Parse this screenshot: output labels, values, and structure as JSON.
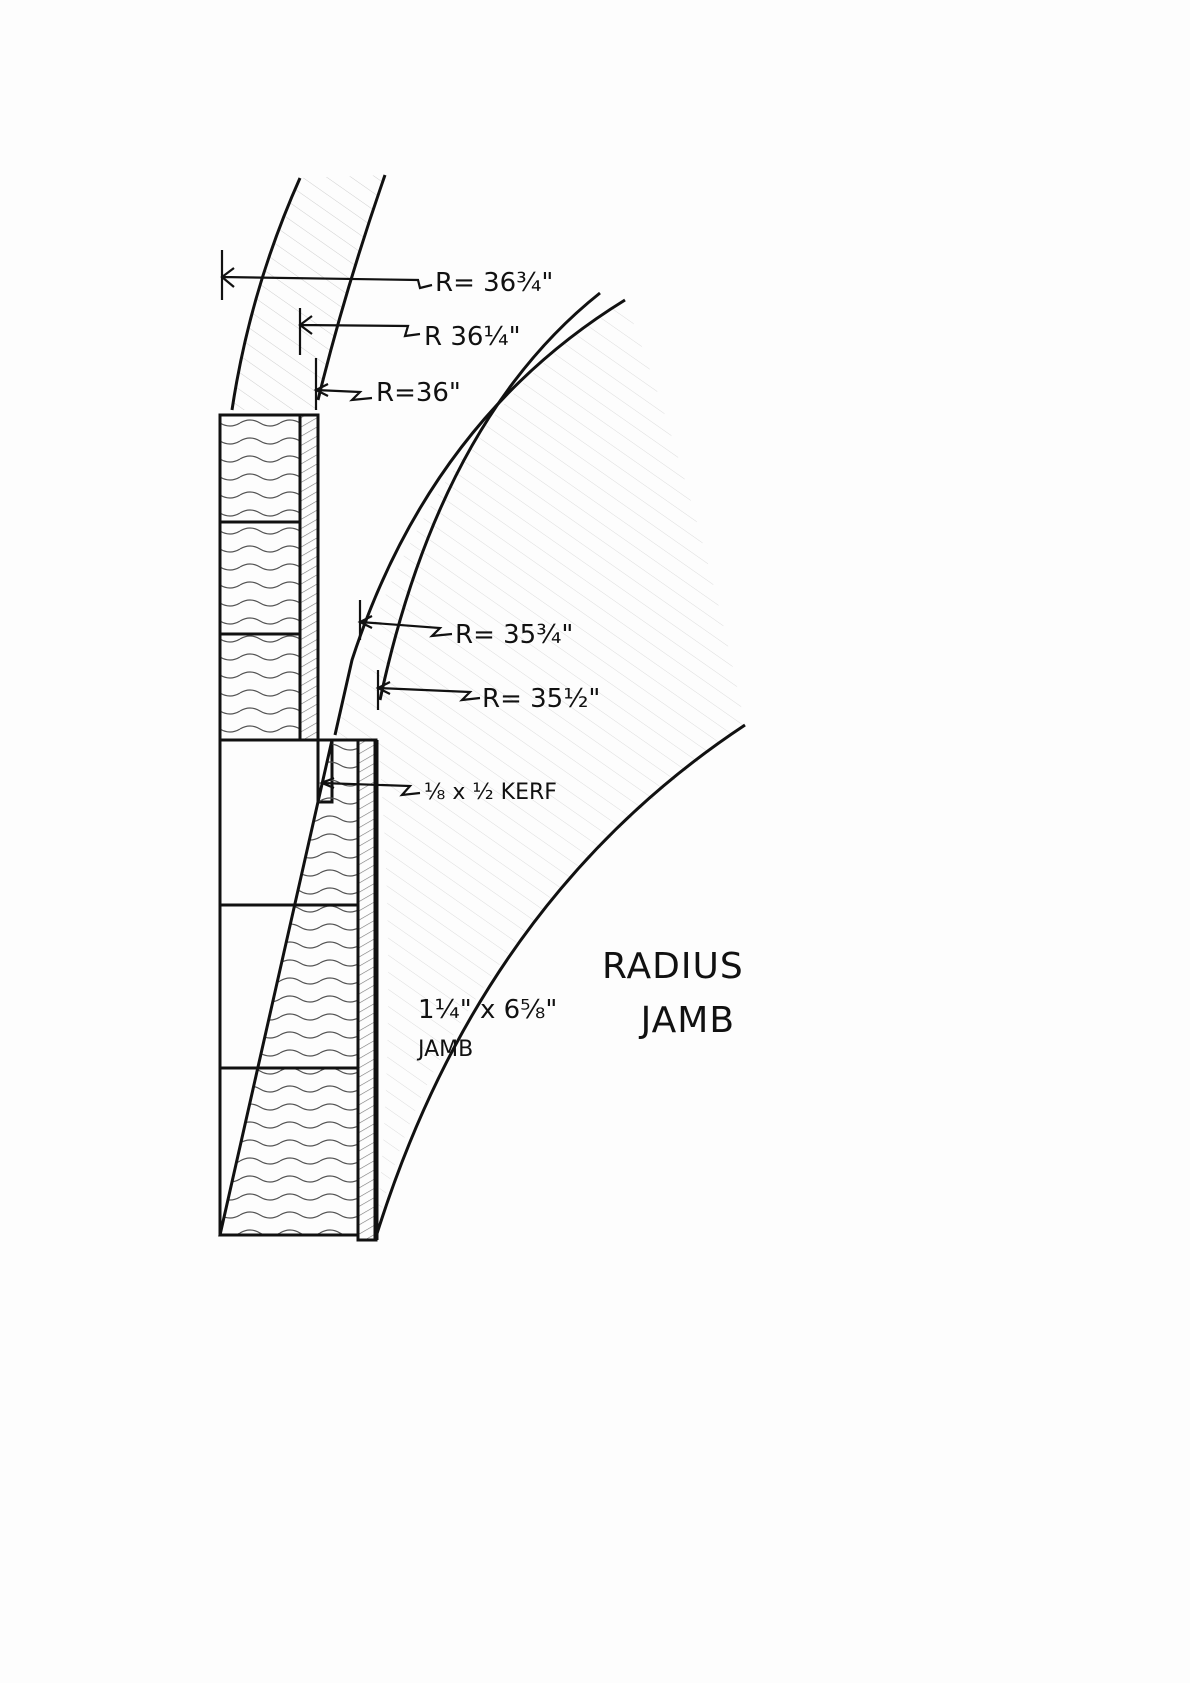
{
  "title": {
    "line1": "RADIUS",
    "line2": "JAMB"
  },
  "jamb_size": {
    "line1": "1¼\" x 6⅝\"",
    "line2": "JAMB"
  },
  "dimensions": [
    {
      "label": "R= 36¾\""
    },
    {
      "label": "R 36¼\""
    },
    {
      "label": "R=36\""
    },
    {
      "label": "R= 35¾\""
    },
    {
      "label": "R= 35½\""
    },
    {
      "label": "⅛ x ½ KERF"
    }
  ],
  "colors": {
    "ink": "#111111",
    "pencil": "#9a9a9a",
    "paper": "#fdfdfd"
  }
}
